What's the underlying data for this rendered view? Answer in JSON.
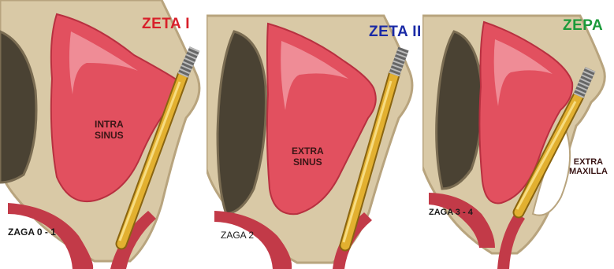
{
  "panels": [
    {
      "title": "ZETA I",
      "title_color": "#d8202a",
      "region_lines": [
        "INTRA",
        "SINUS"
      ],
      "grade": "ZAGA 0 - 1"
    },
    {
      "title": "ZETA II",
      "title_color": "#1a2aa6",
      "region_lines": [
        "EXTRA",
        "SINUS"
      ],
      "grade": "ZAGA 2"
    },
    {
      "title": "ZEPA",
      "title_color": "#1a9a3a",
      "region_lines": [
        "EXTRA",
        "MAXILLA"
      ],
      "grade": "ZAGA 3 - 4"
    }
  ],
  "colors": {
    "sinus": "#e2505f",
    "sinus_highlight": "#f3a0a8",
    "bone": "#d9c9a6",
    "cortex": "#b8a47e",
    "orbit": "#4a4233",
    "gum": "#c23a48",
    "implant": "#d9a520"
  }
}
